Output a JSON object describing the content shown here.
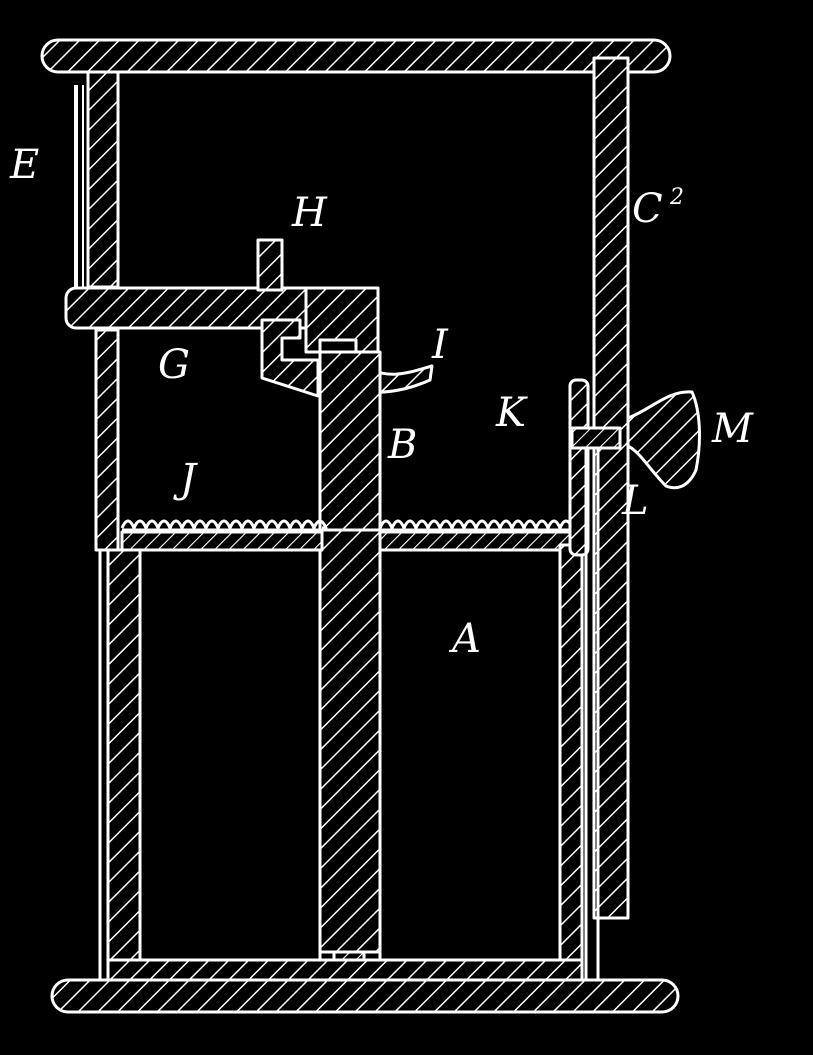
{
  "figure": {
    "background": "#000000",
    "line_color": "#ffffff"
  },
  "labels": {
    "E": "E",
    "H": "H",
    "C2_main": "C",
    "C2_sup": "2",
    "G": "G",
    "I": "I",
    "K": "K",
    "M": "M",
    "B": "B",
    "J": "J",
    "L": "L",
    "A": "A"
  }
}
